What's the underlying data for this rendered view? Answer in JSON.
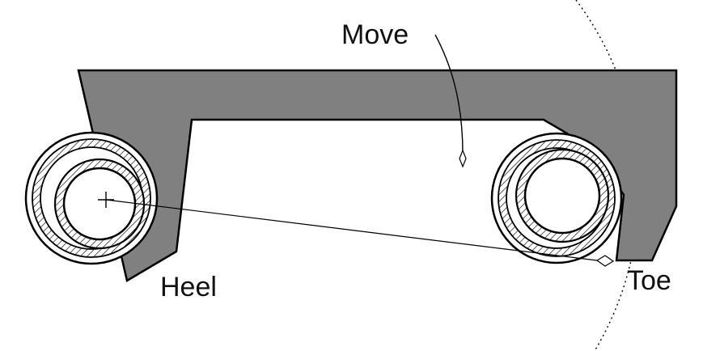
{
  "labels": {
    "move": "Move",
    "heel": "Heel",
    "toe": "Toe"
  },
  "colors": {
    "background": "#ffffff",
    "bracket_fill": "#808080",
    "stroke": "#000000",
    "hatch": "#000000"
  },
  "icons": {
    "rollers": [
      "heel-roller-icon",
      "toe-roller-icon"
    ],
    "pivot": "pivot-crosshair-icon",
    "arrow": "move-arrow-icon"
  }
}
